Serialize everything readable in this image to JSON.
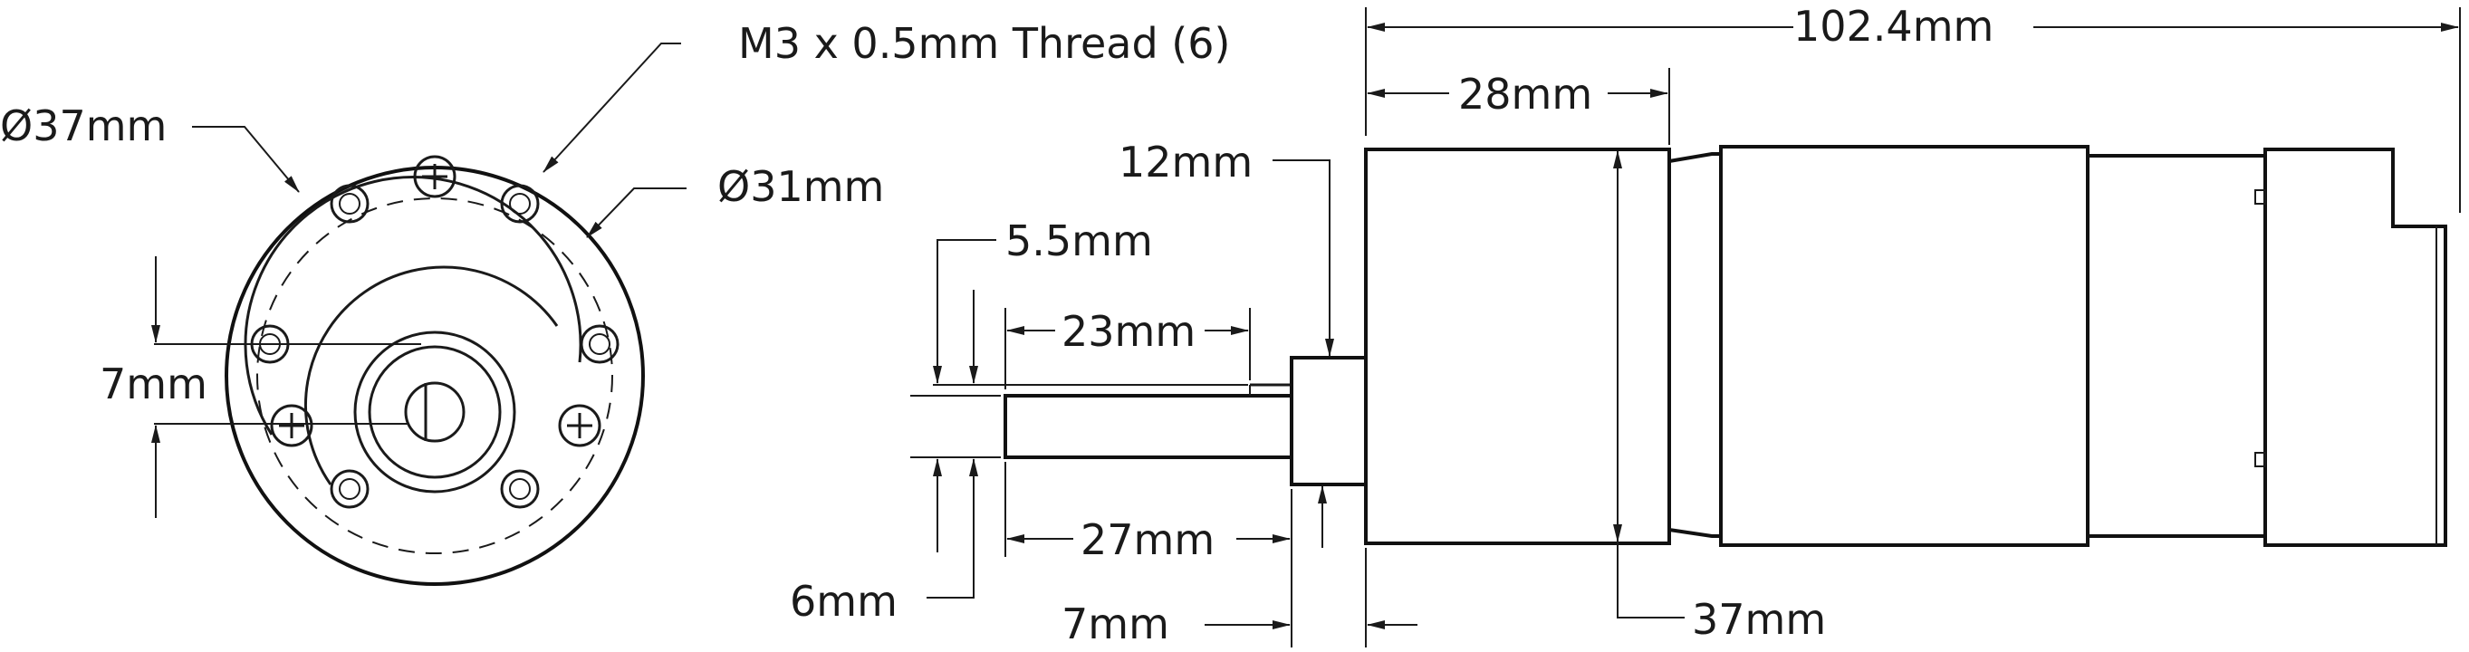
{
  "labels": {
    "dia37": "Ø37mm",
    "thread": "M3 x 0.5mm Thread (6)",
    "dia31": "Ø31mm",
    "d7mm_front": "7mm",
    "overall": "102.4mm",
    "gearbox28": "28mm",
    "boss12": "12mm",
    "flat55": "5.5mm",
    "flat23": "23mm",
    "shaft27": "27mm",
    "shaft6": "6mm",
    "boss7": "7mm",
    "height37": "37mm"
  },
  "colors": {
    "line": "#1a1a1a",
    "fill": "#ffffff"
  }
}
